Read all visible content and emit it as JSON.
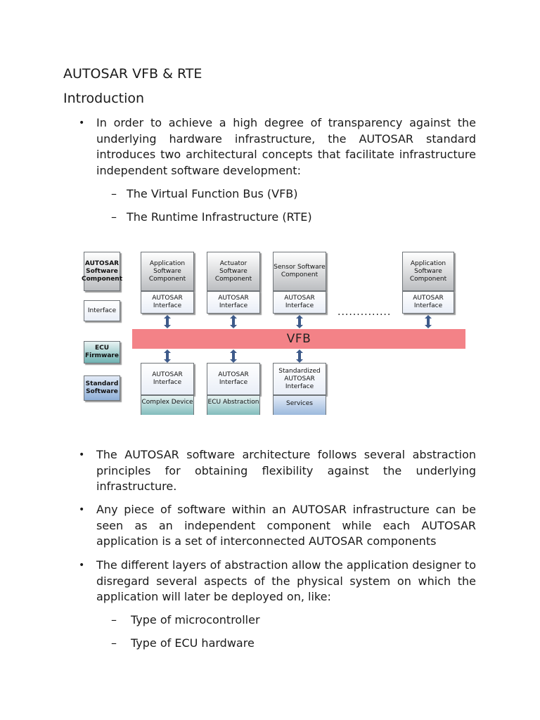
{
  "document": {
    "title": "AUTOSAR VFB & RTE",
    "section": "Introduction",
    "bullet1": "In order to achieve a high degree of transparency against the underlying hardware infrastructure, the AUTOSAR standard introduces two architectural concepts that facilitate infrastructure independent software development:",
    "bullet1_subs": [
      "The Virtual Function Bus (VFB)",
      "The Runtime Infrastructure (RTE)"
    ],
    "bullet2": "The AUTOSAR software architecture follows several abstraction principles for obtaining flexibility against the underlying infrastructure.",
    "bullet3": "Any piece of software within an AUTOSAR infrastructure can be seen as an independent component while each AUTOSAR application is a set of interconnected AUTOSAR components",
    "bullet4": "The different layers of abstraction allow the application designer to disregard several aspects of the physical system on which the application will later be deployed on, like:",
    "bullet4_subs": [
      "Type of microcontroller",
      "Type of ECU hardware"
    ],
    "dash": "–"
  },
  "diagram": {
    "legend": {
      "swc": "AUTOSAR Software Component",
      "interface": "Interface",
      "ecu_firmware": "ECU Firmware",
      "standard_software": "Standard Software"
    },
    "top_components": [
      {
        "name": "Application Software Component",
        "interface": "AUTOSAR Interface"
      },
      {
        "name": "Actuator Software Component",
        "interface": "AUTOSAR Interface"
      },
      {
        "name": "Sensor Software Component",
        "interface": "AUTOSAR Interface"
      },
      {
        "name": "Application Software Component",
        "interface": "AUTOSAR Interface"
      }
    ],
    "dots": "..............",
    "bus_label": "VFB",
    "bottom_components": [
      {
        "interface": "AUTOSAR Interface",
        "name": "Complex Device"
      },
      {
        "interface": "AUTOSAR Interface",
        "name": "ECU Abstraction"
      },
      {
        "interface": "Standardized AUTOSAR Interface",
        "name": "Services"
      }
    ],
    "colors": {
      "bus": "#f38287",
      "firmware": "#6fb2b2",
      "standard": "#8fb0d8",
      "arrow": "#3d5a8a"
    }
  }
}
